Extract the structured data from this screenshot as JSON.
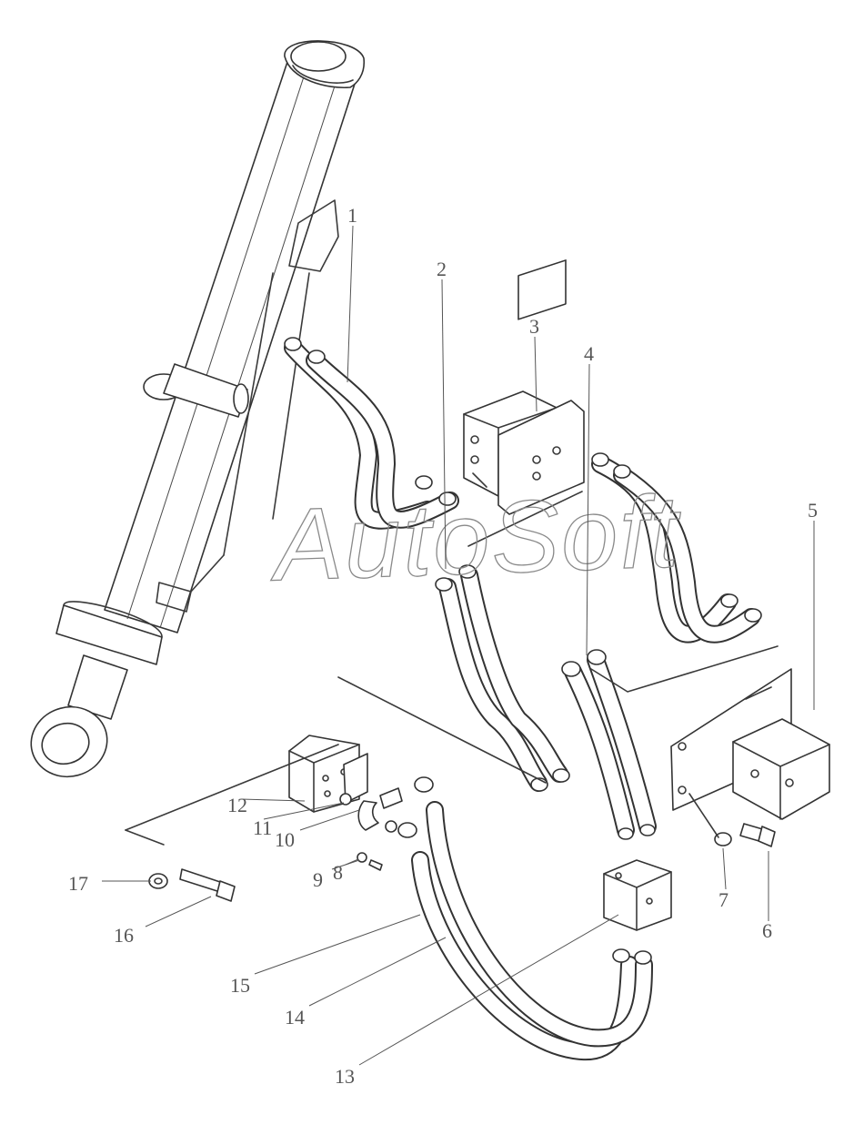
{
  "watermark": "AutoSoft",
  "callouts": [
    {
      "id": "1",
      "label": "1"
    },
    {
      "id": "2",
      "label": "2"
    },
    {
      "id": "3",
      "label": "3"
    },
    {
      "id": "4",
      "label": "4"
    },
    {
      "id": "5",
      "label": "5"
    },
    {
      "id": "6",
      "label": "6"
    },
    {
      "id": "7",
      "label": "7"
    },
    {
      "id": "8",
      "label": "8"
    },
    {
      "id": "9",
      "label": "9"
    },
    {
      "id": "10",
      "label": "10"
    },
    {
      "id": "11",
      "label": "11"
    },
    {
      "id": "12",
      "label": "12"
    },
    {
      "id": "13",
      "label": "13"
    },
    {
      "id": "14",
      "label": "14"
    },
    {
      "id": "15",
      "label": "15"
    },
    {
      "id": "16",
      "label": "16"
    },
    {
      "id": "17",
      "label": "17"
    }
  ]
}
